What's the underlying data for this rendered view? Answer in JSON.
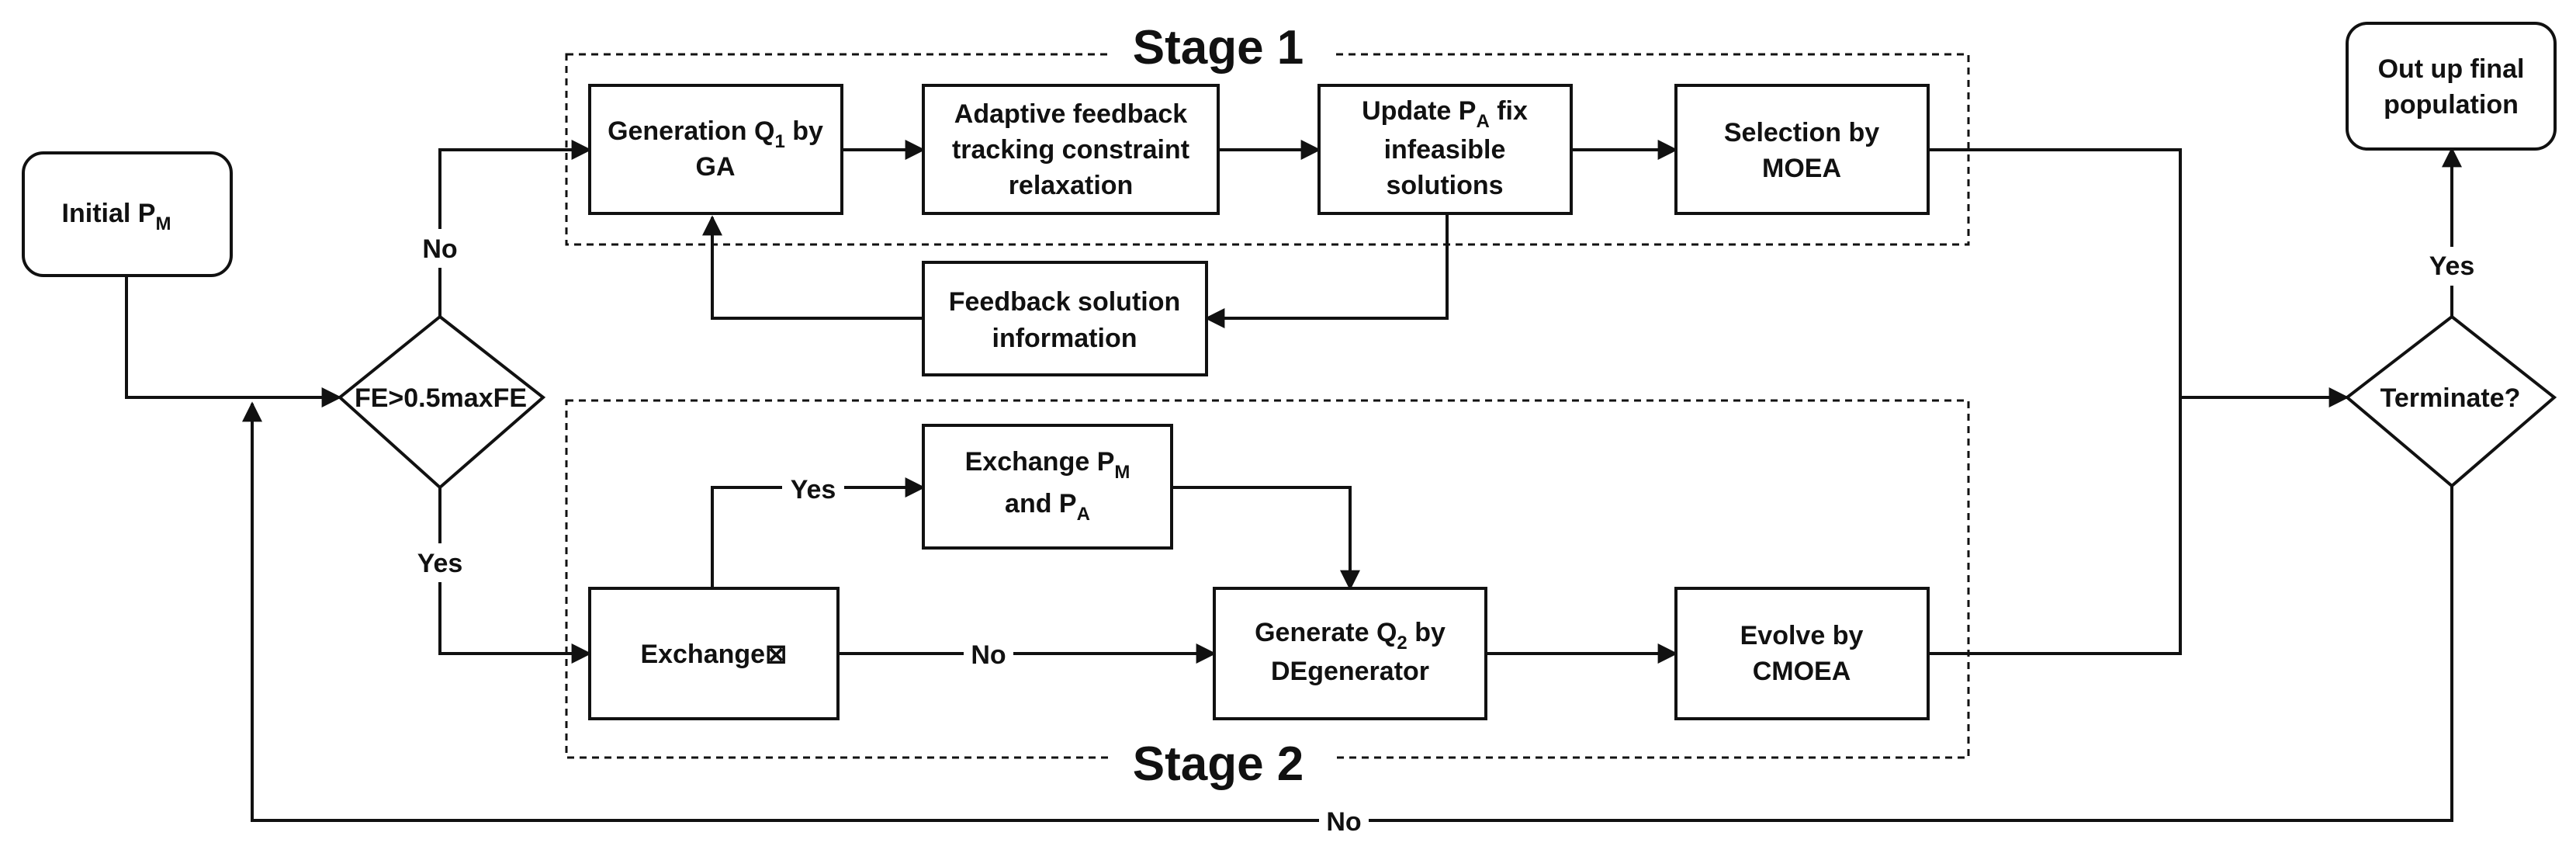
{
  "stages": {
    "stage1": "Stage 1",
    "stage2": "Stage 2"
  },
  "nodes": {
    "initial": {
      "main": "Initial P",
      "sub": "M"
    },
    "decision_fe": "FE>0.5maxFE",
    "gen_q1": {
      "line1_pre": "Generation Q",
      "line1_sub": "1",
      "line1_post": " by",
      "line2": "GA"
    },
    "adaptive": [
      "Adaptive feedback",
      "tracking constraint",
      "relaxation"
    ],
    "update_pa": {
      "line1_pre": "Update P",
      "line1_sub": "A",
      "line1_post": " fix",
      "line2": "infeasible",
      "line3": "solutions"
    },
    "selection_moea": [
      "Selection by",
      "MOEA"
    ],
    "feedback": [
      "Feedback  solution",
      "information"
    ],
    "exchange_pm_pa": {
      "line1_pre": "Exchange P",
      "line1_sub": "M",
      "line2_pre": "and P",
      "line2_sub": "A"
    },
    "exchange": "Exchange⊠",
    "gen_q2": {
      "line1_pre": "Generate Q",
      "line1_sub": "2",
      "line1_post": " by",
      "line2": "DEgenerator"
    },
    "evolve_cmoea": [
      "Evolve by",
      "CMOEA"
    ],
    "terminate": "Terminate?",
    "output": [
      "Out up final",
      "population"
    ]
  },
  "edge_labels": {
    "fe_no": "No",
    "fe_yes": "Yes",
    "exchange_yes": "Yes",
    "exchange_no": "No",
    "terminate_yes": "Yes",
    "terminate_no": "No"
  }
}
